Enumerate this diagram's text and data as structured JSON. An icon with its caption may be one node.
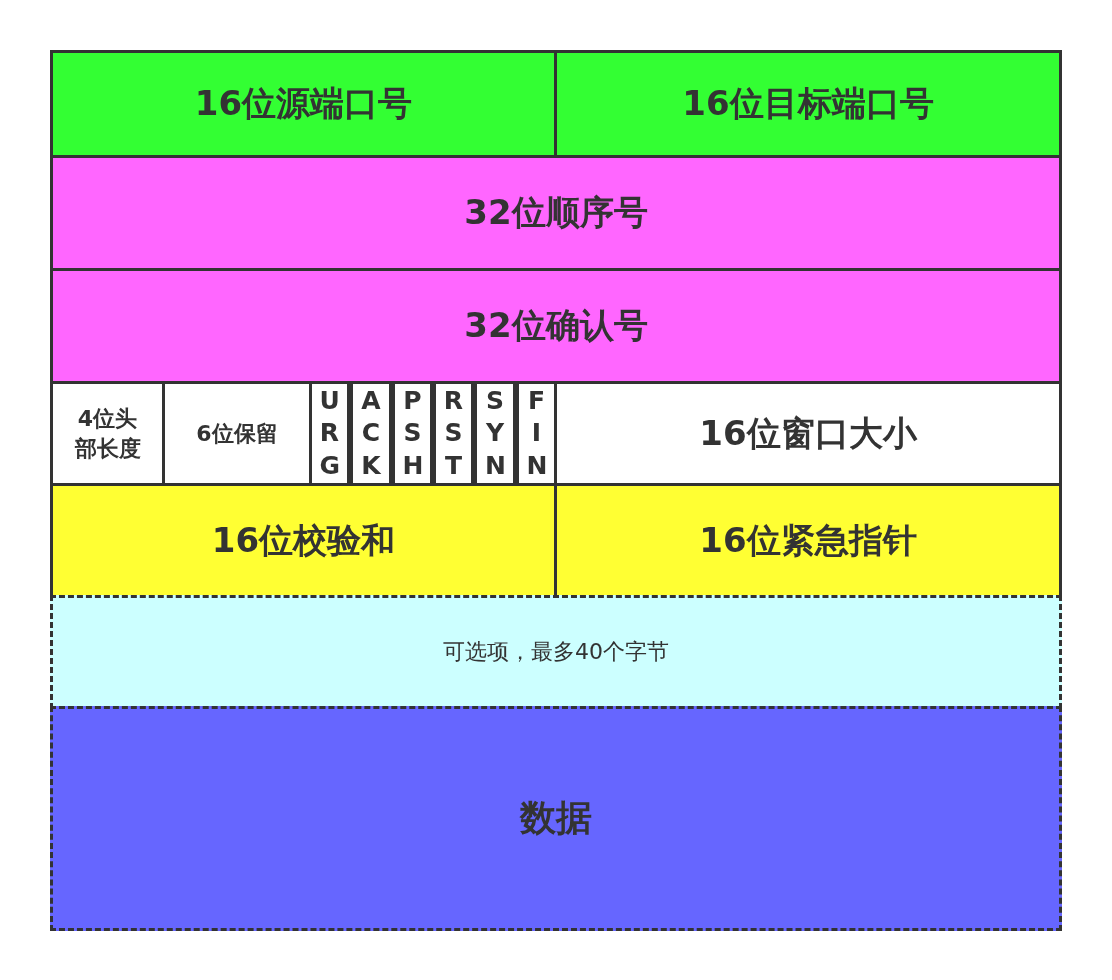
{
  "diagram": {
    "nodes": [
      {
        "text": [
          "16位源端口号"
        ]
      },
      {
        "text": [
          "16位目标端口号"
        ]
      },
      {
        "text": [
          "32位顺序号"
        ]
      },
      {
        "text": [
          "32位确认号"
        ]
      },
      {
        "text": [
          "4位头部长度"
        ]
      },
      {
        "text": [
          "6位保留"
        ]
      },
      {
        "text": [
          "URG"
        ]
      },
      {
        "text": [
          "ACK"
        ]
      },
      {
        "text": [
          "PSH"
        ]
      },
      {
        "text": [
          "RST"
        ]
      },
      {
        "text": [
          "SYN"
        ]
      },
      {
        "text": [
          "FIN"
        ]
      },
      {
        "text": [
          "16位窗口大小"
        ]
      },
      {
        "text": [
          "16位校验和"
        ]
      },
      {
        "text": [
          "16位紧急指针"
        ]
      },
      {
        "text": [
          "可选项，最多40个字节"
        ]
      },
      {
        "text": [
          "数据"
        ]
      }
    ]
  }
}
